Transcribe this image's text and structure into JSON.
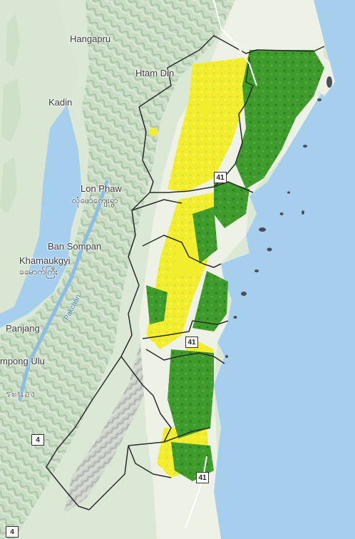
{
  "map": {
    "places": {
      "hangapru": "Hangapru",
      "htam_din": "Htam Din",
      "kadin": "Kadin",
      "lon_phaw": "Lon Phaw",
      "lon_phaw_local": "လုံဖော်ကျေးရွာ",
      "ban_sompan": "Ban Sompan",
      "khamaukgyi": "Khamaukgyi",
      "khamaukgyi_local": "ခမောက်ကြီး",
      "panjang": "Panjang",
      "kampong_ulu": "mpong Ulu",
      "ranong": "ระนอง"
    },
    "river": "Pakchan",
    "road_shields": [
      "4",
      "4",
      "41",
      "41",
      "41"
    ],
    "colors": {
      "water": "#a6cfee",
      "land": "#d8e6d2",
      "hills": "#bcd4b8",
      "lowland": "#f3f2ec",
      "forest_green": "#3f9b2c",
      "survey_yellow": "#f2ee2e",
      "boundary": "#2b2b2b"
    }
  }
}
